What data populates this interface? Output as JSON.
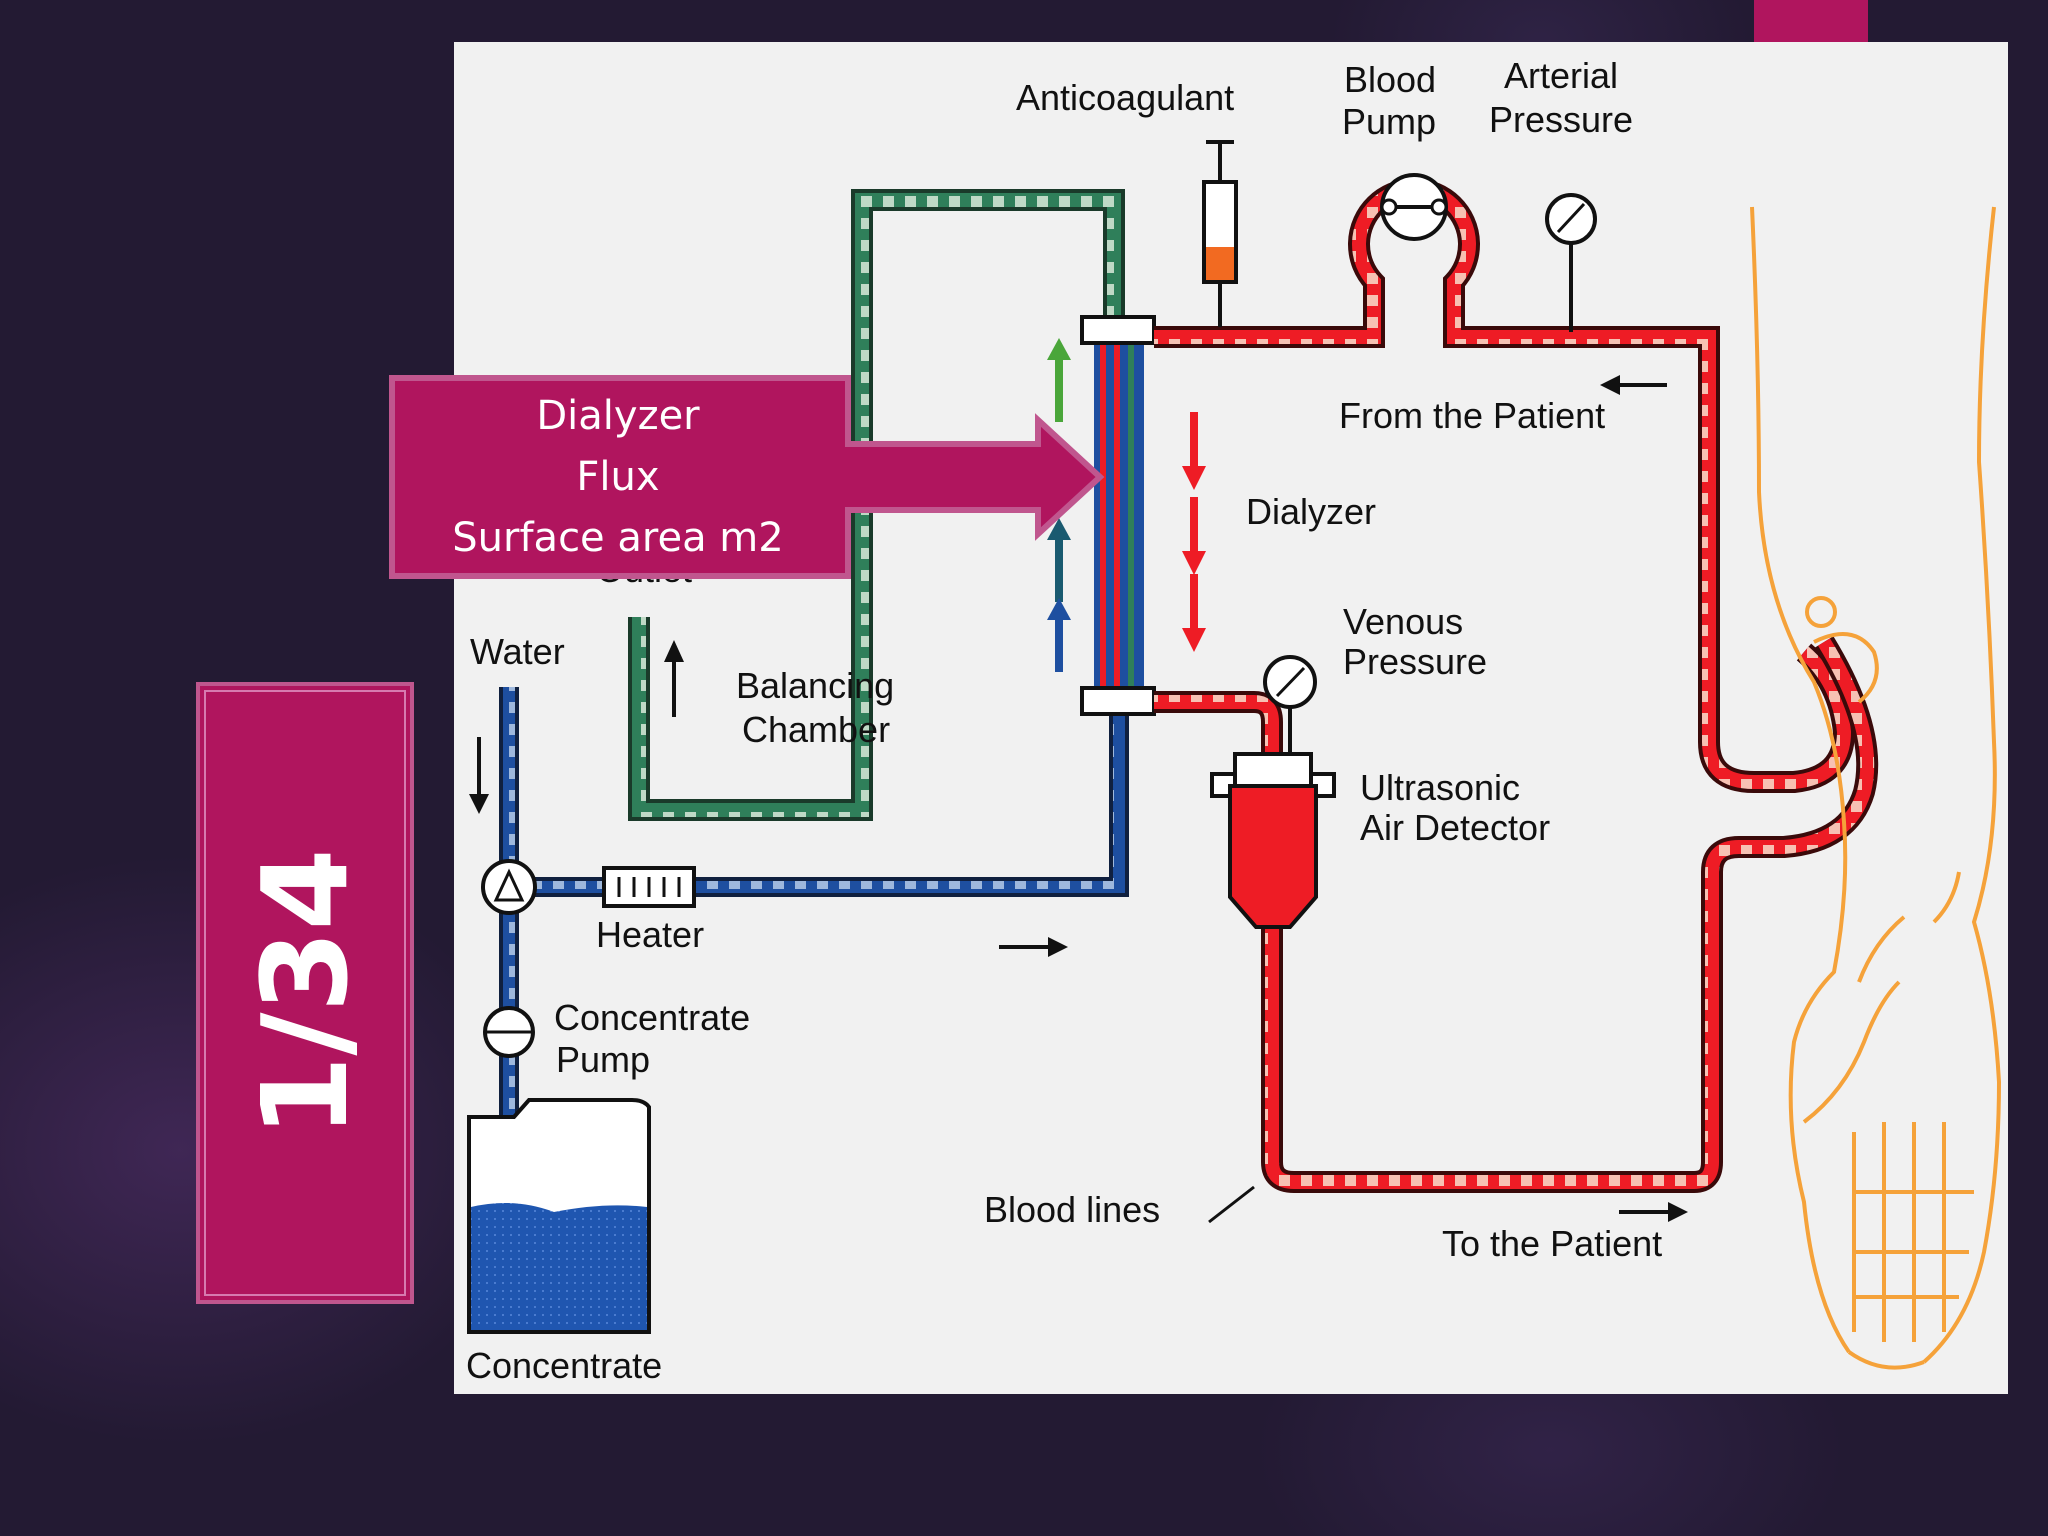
{
  "colors": {
    "background": "#231a33",
    "accent": "#b0155e",
    "accent_border": "#c0568e",
    "blood": "#ee1c25",
    "dialysate_fresh": "#1e4fa0",
    "dialysate_used": "#2f7f5a",
    "arm": "#f5a23a",
    "concentrate": "#1f56b0"
  },
  "slide": {
    "number": "1/34"
  },
  "callout": {
    "line1": "Dialyzer",
    "line2": "Flux",
    "line3": "Surface area m2"
  },
  "diagram": {
    "labels": {
      "anticoagulant": "Anticoagulant",
      "blood_pump_1": "Blood",
      "blood_pump_2": "Pump",
      "arterial_pressure_1": "Arterial",
      "arterial_pressure_2": "Pressure",
      "from_patient": "From the Patient",
      "dialyzer": "Dialyzer",
      "venous_pressure_1": "Venous",
      "venous_pressure_2": "Pressure",
      "ultrasonic_1": "Ultrasonic",
      "ultrasonic_2": "Air Detector",
      "water": "Water",
      "outlet_partial": "Outlet",
      "balancing_1": "Balancing",
      "balancing_2": "Chamber",
      "heater": "Heater",
      "concentrate_pump_1": "Concentrate",
      "concentrate_pump_2": "Pump",
      "concentrate": "Concentrate",
      "blood_lines": "Blood lines",
      "to_patient": "To the Patient"
    }
  }
}
